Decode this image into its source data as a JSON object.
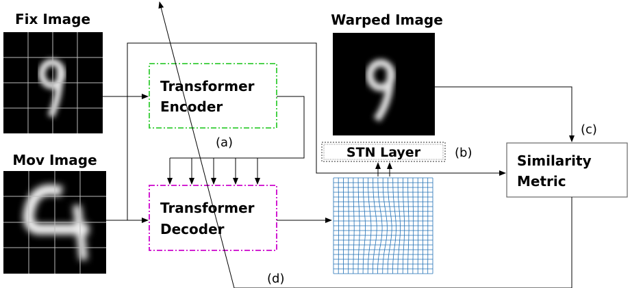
{
  "images": {
    "fix_title": "Fix Image",
    "mov_title": "Mov Image",
    "warped_title": "Warped Image"
  },
  "blocks": {
    "encoder_line1": "Transformer",
    "encoder_line2": "Encoder",
    "decoder_line1": "Transformer",
    "decoder_line2": "Decoder",
    "stn": "STN Layer",
    "similarity_line1": "Similarity",
    "similarity_line2": "Metric"
  },
  "tags": {
    "a": "(a)",
    "b": "(b)",
    "c": "(c)",
    "d": "(d)"
  },
  "colors": {
    "encoder_border": "#33cc33",
    "decoder_border": "#cc00cc",
    "grid": "#1f6fb5",
    "arrow": "#000000"
  }
}
